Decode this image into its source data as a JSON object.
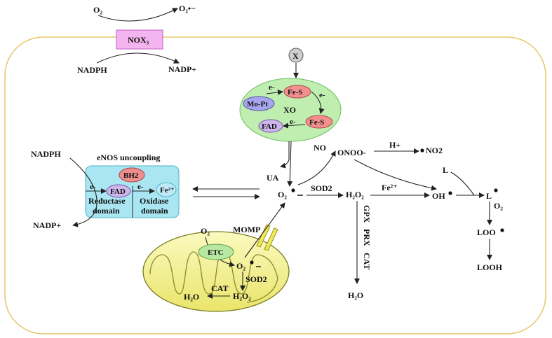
{
  "labels": {
    "o2_top": "O₂",
    "o2_radical_top": "O₂•−",
    "nox3": "NOX₃",
    "nadph_top": "NADPH",
    "nadp_top": "NADP+",
    "x": "X",
    "xo_e1": "e-",
    "xo_fes1": "Fe-S",
    "xo_e2": "e-",
    "xo_mopt": "Mo-Pt",
    "xo_label": "XO",
    "xo_e3": "e-",
    "xo_fes2": "Fe-S",
    "xo_fad": "FAD",
    "nadph_left": "NADPH",
    "enos_uncoupling": "eNOS uncoupling",
    "bh2": "BH2",
    "enos_e1": "e-",
    "enos_fad": "FAD",
    "enos_e2": "e-",
    "enos_fe": "Fe²⁺",
    "reductase_domain_1": "Reductase",
    "reductase_domain_2": "domain",
    "oxidase_domain_1": "Oxidase",
    "oxidase_domain_2": "domain",
    "nadp_left": "NADP+",
    "ua": "UA",
    "no": "NO",
    "onoo": "ONOO-",
    "h_plus": "H+",
    "no2": "NO2",
    "o2_radical_center": "O₂",
    "sod2_center": "SOD2",
    "h2o2_center": "H₂O₂",
    "fe2_center": "Fe²⁺",
    "oh_radical": "OH",
    "l_reactant": "L",
    "l_radical": "L",
    "o2_right": "O₂",
    "loo_radical": "LOO",
    "looh": "LOOH",
    "gpx": "GPX",
    "prx": "PRX",
    "cat_vertical": "CAT",
    "h2o_center": "H₂O",
    "momp": "MOMP",
    "o2_mito": "O₂",
    "etc": "ETC",
    "o2_radical_mito": "O₂",
    "sod2_mito": "SOD2",
    "cat_mito": "CAT",
    "h2o_mito": "H₂O",
    "h2o2_mito": "H₂O₂"
  },
  "colors": {
    "cell_border": "#e8c56a",
    "nox_fill": "#f3b4f0",
    "nox_stroke": "#c060c0",
    "xo_fill": "#bfeeb0",
    "fes_fill": "#f29090",
    "mopt_fill": "#a6a6ee",
    "fad_fill": "#cdb7ea",
    "enos_fill": "#a9e6f2",
    "bh2_fill": "#ee8d8d",
    "mito_fill": "#f4f28a",
    "etc_fill": "#b7e7a0",
    "x_fill": "#cfcfcf"
  }
}
